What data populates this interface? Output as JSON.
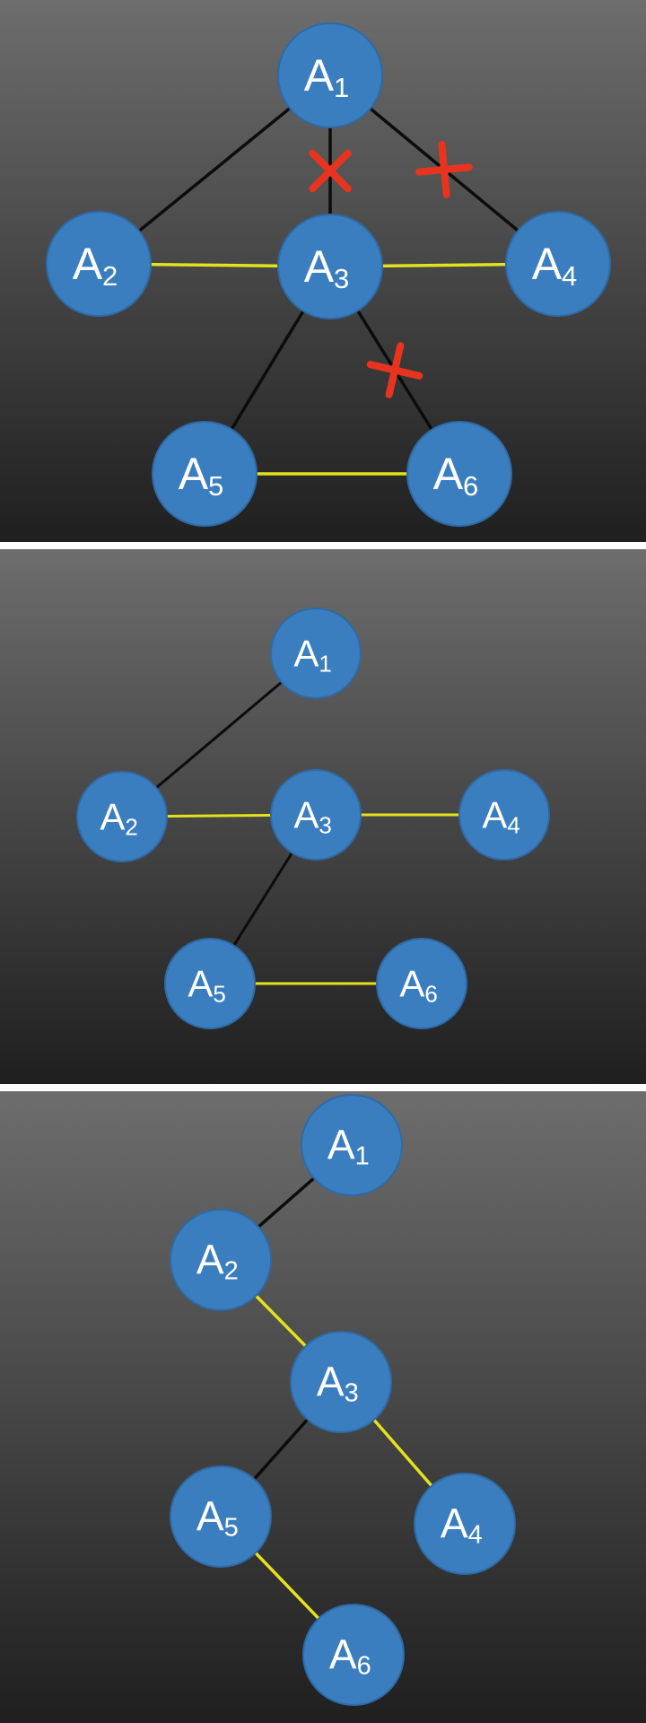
{
  "colors": {
    "node_fill": "#3a7ec0",
    "node_stroke": "#2e6aa6",
    "edge_black": "#0c0c0c",
    "edge_yellow": "#e3e21c",
    "cross_red": "#e8341f",
    "bg_top": "#6d6d6d",
    "bg_bottom": "#1f1f1f"
  },
  "nodes": {
    "A1": {
      "base": "A",
      "sub": "1"
    },
    "A2": {
      "base": "A",
      "sub": "2"
    },
    "A3": {
      "base": "A",
      "sub": "3"
    },
    "A4": {
      "base": "A",
      "sub": "4"
    },
    "A5": {
      "base": "A",
      "sub": "5"
    },
    "A6": {
      "base": "A",
      "sub": "6"
    }
  },
  "panels": [
    {
      "edges": [
        {
          "from": "A1",
          "to": "A2",
          "kind": "black"
        },
        {
          "from": "A1",
          "to": "A3",
          "kind": "black",
          "crossed": true
        },
        {
          "from": "A1",
          "to": "A4",
          "kind": "black",
          "crossed": true
        },
        {
          "from": "A2",
          "to": "A3",
          "kind": "yellow"
        },
        {
          "from": "A3",
          "to": "A4",
          "kind": "yellow"
        },
        {
          "from": "A3",
          "to": "A5",
          "kind": "black"
        },
        {
          "from": "A3",
          "to": "A6",
          "kind": "black",
          "crossed": true
        },
        {
          "from": "A5",
          "to": "A6",
          "kind": "yellow"
        }
      ]
    },
    {
      "edges": [
        {
          "from": "A1",
          "to": "A2",
          "kind": "black"
        },
        {
          "from": "A2",
          "to": "A3",
          "kind": "yellow"
        },
        {
          "from": "A3",
          "to": "A4",
          "kind": "yellow"
        },
        {
          "from": "A3",
          "to": "A5",
          "kind": "black"
        },
        {
          "from": "A5",
          "to": "A6",
          "kind": "yellow"
        }
      ]
    },
    {
      "edges": [
        {
          "from": "A1",
          "to": "A2",
          "kind": "black"
        },
        {
          "from": "A2",
          "to": "A3",
          "kind": "yellow"
        },
        {
          "from": "A3",
          "to": "A5",
          "kind": "black"
        },
        {
          "from": "A3",
          "to": "A4",
          "kind": "yellow"
        },
        {
          "from": "A5",
          "to": "A6",
          "kind": "yellow"
        }
      ]
    }
  ]
}
